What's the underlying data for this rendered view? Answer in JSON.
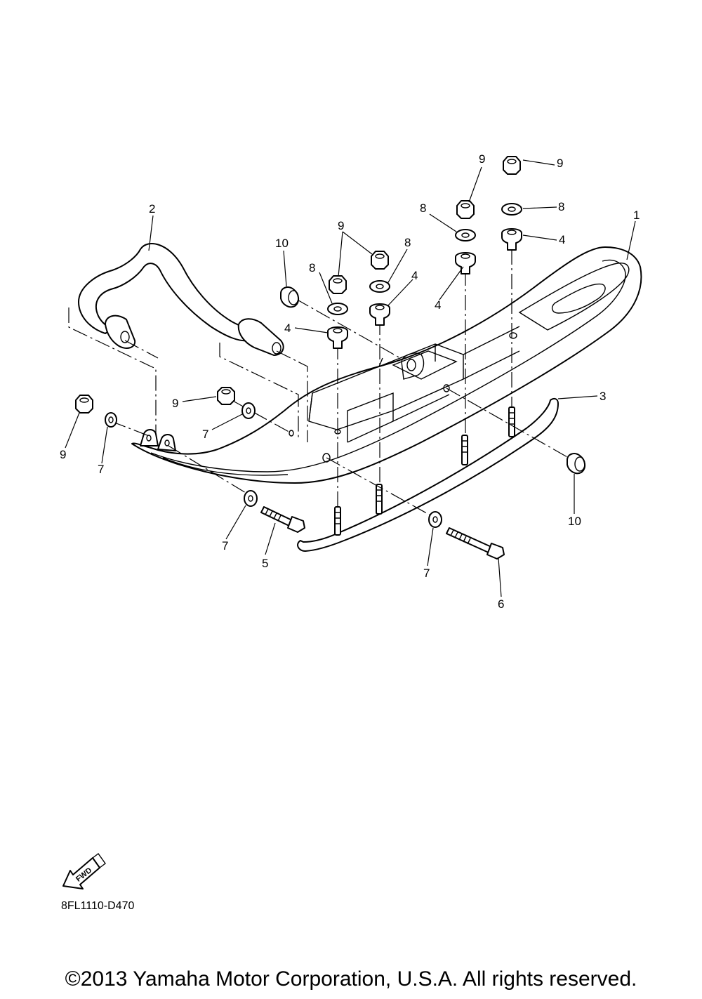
{
  "diagram": {
    "code": "8FL1110-D470",
    "fwd_label": "FWD",
    "copyright": "©2013 Yamaha Motor Corporation, U.S.A. All rights reserved.",
    "callouts": [
      "1",
      "2",
      "3",
      "4",
      "4",
      "4",
      "4",
      "5",
      "6",
      "7",
      "7",
      "7",
      "7",
      "8",
      "8",
      "8",
      "8",
      "9",
      "9",
      "9",
      "9",
      "9",
      "10",
      "10"
    ]
  }
}
